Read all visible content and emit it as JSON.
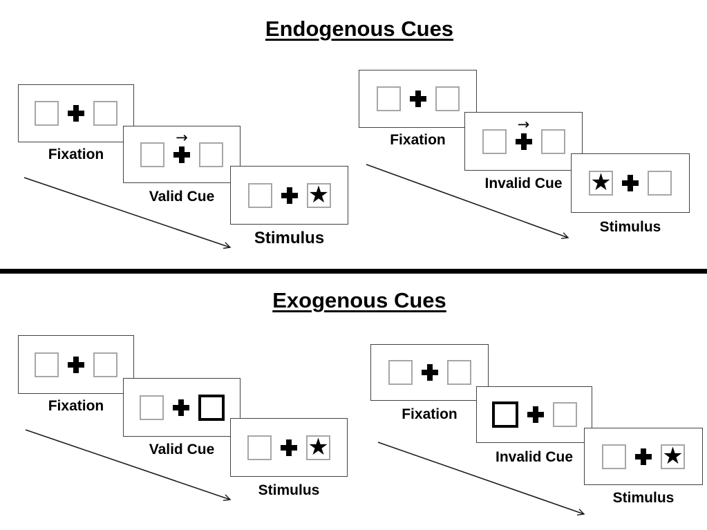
{
  "page": {
    "endogenous": {
      "title": "Endogenous Cues",
      "valid": {
        "fixation": "Fixation",
        "cue": "Valid Cue",
        "stimulus": "Stimulus"
      },
      "invalid": {
        "fixation": "Fixation",
        "cue": "Invalid Cue",
        "stimulus": "Stimulus"
      }
    },
    "exogenous": {
      "title": "Exogenous Cues",
      "valid": {
        "fixation": "Fixation",
        "cue": "Valid Cue",
        "stimulus": "Stimulus"
      },
      "invalid": {
        "fixation": "Fixation",
        "cue": "Invalid Cue",
        "stimulus": "Stimulus"
      }
    },
    "glyphs": {
      "star": "★",
      "cue_arrow": "→"
    },
    "colors": {
      "background": "#ffffff",
      "card_border": "#404040",
      "box_border": "#a6a6a6",
      "bold_box_border": "#000000",
      "text": "#000000",
      "divider": "#000000"
    }
  }
}
